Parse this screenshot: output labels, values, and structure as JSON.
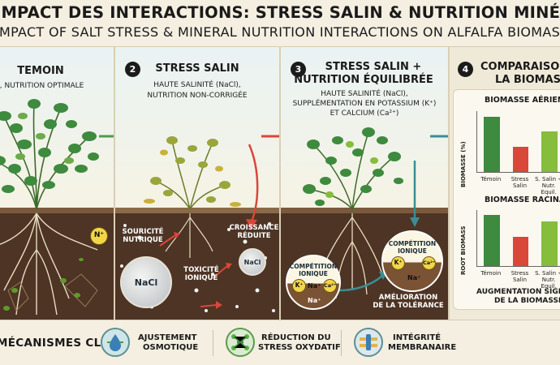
{
  "title": {
    "fr": "IMPACT DES INTERACTIONS: STRESS SALIN & NUTRITION MINÉRALE SUR LA LUZERNE",
    "en": "IMPACT OF SALT STRESS & MINERAL NUTRITION INTERACTIONS ON ALFALFA BIOMASS"
  },
  "panels": [
    {
      "number": "",
      "title": "TEMOIN",
      "desc": "SANS SEL, NUTRITION OPTIMALE",
      "ion": "N⁺"
    },
    {
      "number": "2",
      "title": "STRESS SALIN",
      "desc_lines": [
        "HAUTE SALINITÉ (NaCl),",
        "NUTRITION NON-CORRIGÉE"
      ],
      "labels": {
        "souricite": [
          "SOURICITÉ",
          "NUTRIQUE"
        ],
        "croissance": [
          "CROISSANCE",
          "RÉDUITE"
        ],
        "toxicite": [
          "TOXICITÉ",
          "IONIQUE"
        ]
      },
      "nacl_big": "NaCl",
      "nacl_small": "NaCl"
    },
    {
      "number": "3",
      "title_lines": [
        "STRESS SALIN +",
        "NUTRITION ÉQUILIBRÉE"
      ],
      "desc_lines": [
        "HAUTE SALINITÉ (NaCl),",
        "SUPPLÉMENTATION EN POTASSIUM (K⁺)",
        "ET CALCIUM (Ca²⁺)"
      ],
      "zoom_small": {
        "title": [
          "COMPÉTITION",
          "IONIQUE"
        ],
        "k": "K⁺",
        "na": "Na⁺",
        "ca": "Ca²⁺",
        "na2": "Na⁺"
      },
      "zoom_big": {
        "title": [
          "COMPÉTITION",
          "IONIQUE"
        ],
        "k": "K⁺",
        "ca": "Ca²⁺",
        "na": "Na⁺"
      },
      "amelioration": [
        "AMÉLIORATION",
        "DE LA TOLÉRANCE"
      ]
    },
    {
      "number": "4",
      "title_lines": [
        "COMPARAISON DE",
        "LA BIOMASSE"
      ]
    }
  ],
  "chart_data": [
    {
      "type": "bar",
      "title": "BIOMASSE AÉRIENNE",
      "ylabel": "BIOMASSE (%)",
      "categories": [
        "Témoin",
        "Stress Salin",
        "S. Salin + Nutr. Equil."
      ],
      "values": [
        100,
        45,
        73
      ],
      "ylim": [
        0,
        110
      ],
      "colors": [
        "#3e8a3e",
        "#d9473b",
        "#86bd3c"
      ]
    },
    {
      "type": "bar",
      "title": "BIOMASSE RACINAIRE",
      "ylabel": "ROOT BIOMASS",
      "categories": [
        "Témoin",
        "Stress Salin",
        "S. Salin + Nutr. Equil."
      ],
      "values": [
        100,
        58,
        88
      ],
      "ylim": [
        0,
        110
      ],
      "colors": [
        "#3e8a3e",
        "#d9473b",
        "#86bd3c"
      ]
    }
  ],
  "augmentation": [
    "AUGMENTATION SIGNIFICATIVE",
    "DE LA BIOMASSE"
  ],
  "mechanisms": {
    "title": "MÉCANISMES CLÉS",
    "items": [
      {
        "label_lines": [
          "AJUSTEMENT",
          "OSMOTIQUE"
        ],
        "icon": "water-drop-icon"
      },
      {
        "label_lines": [
          "RÉDUCTION DU",
          "STRESS OXYDATIF"
        ],
        "icon": "molecule-icon"
      },
      {
        "label_lines": [
          "INTÉGRITÉ",
          "MEMBRANAIRE"
        ],
        "icon": "membrane-icon"
      }
    ]
  },
  "colors": {
    "leaf_dark": "#3e8a3e",
    "leaf_stress": "#9aa63a",
    "soil": "#4d3424",
    "arrow_red": "#d9473b",
    "arrow_green": "#4c9a4c",
    "arrow_teal": "#3a8d95"
  }
}
